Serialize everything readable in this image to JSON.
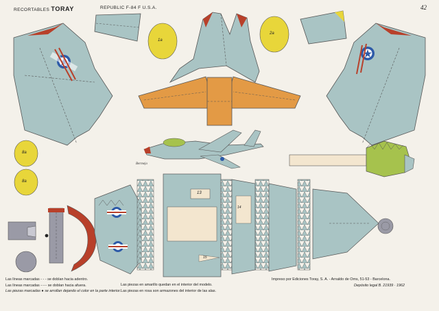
{
  "header": {
    "series_prefix": "RECORTABLES",
    "brand": "TORAY",
    "model": "REPUBLIC F-84 F U.S.A.",
    "page_number": "42"
  },
  "part_labels": {
    "left_wing_oval": "1a",
    "right_wing_oval": "2a",
    "oval_left_top": "8a",
    "oval_left_bottom": "8a",
    "fuselage_top_piece": "13",
    "fuselage_tag_a": "14",
    "fuselage_tag_b": "15"
  },
  "signature": "Bermejo",
  "footer": {
    "left": [
      "Las líneas marcadas - - - se doblan hacia adentro.",
      "Las líneas marcadas -·-·- se doblan hacia afuera.",
      "Las piezas marcadas ● se arrollan dejando el color en la parte interior."
    ],
    "middle": [
      "Las piezas en amarillo quedan en el interior del modelo.",
      "Las piezas en rosa son armazones del interior de las alas."
    ],
    "right": [
      "Impreso por Ediciones Toray, S. A. - Arnaldo de Oms, 51-53 - Barcelona.",
      "Depósito legal B. 21939 · 1962"
    ]
  },
  "colors": {
    "blue": "#a9c4c4",
    "yellow": "#e8d63a",
    "orange": "#e39a45",
    "red": "#b8402a",
    "green": "#a6c24d",
    "peach": "#f3e6cf",
    "grey": "#9a9aa6"
  }
}
